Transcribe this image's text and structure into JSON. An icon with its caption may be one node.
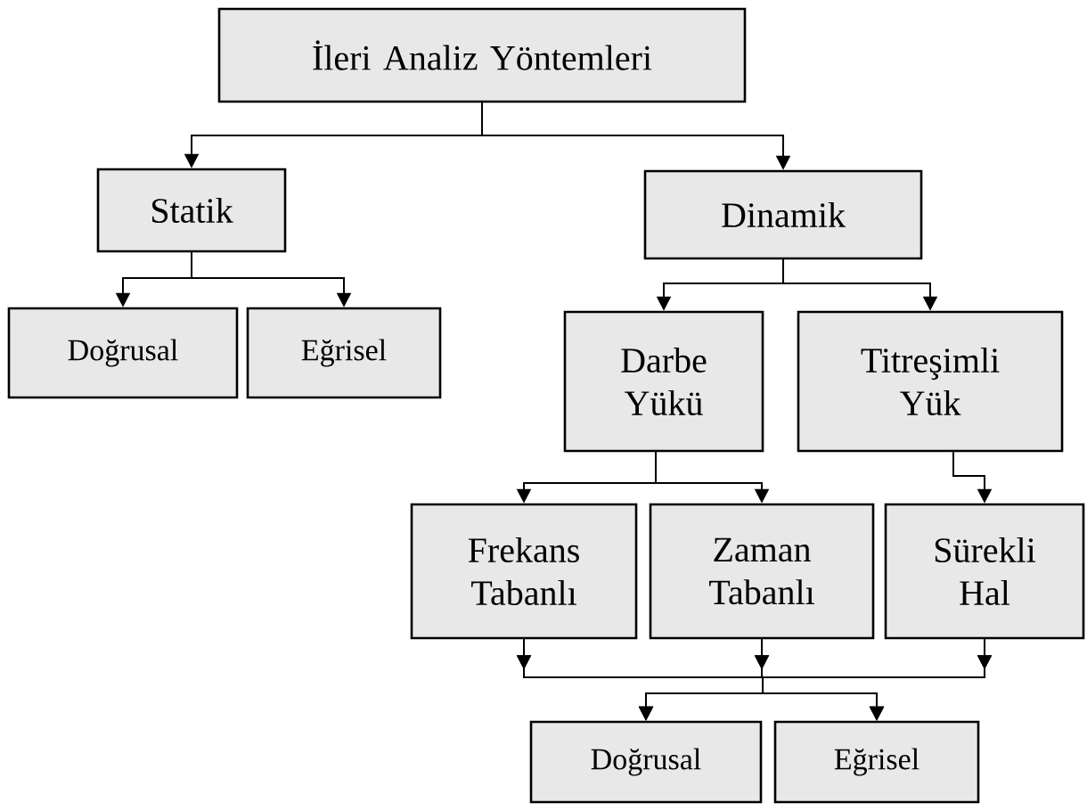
{
  "diagram": {
    "nodes": [
      {
        "text": [
          "İleri Analiz Yöntemleri"
        ]
      },
      {
        "text": [
          "Statik"
        ]
      },
      {
        "text": [
          "Dinamik"
        ]
      },
      {
        "text": [
          "Doğrusal"
        ]
      },
      {
        "text": [
          "Eğrisel"
        ]
      },
      {
        "text": [
          "Darbe Yükü"
        ]
      },
      {
        "text": [
          "Titreşimli Yük"
        ]
      },
      {
        "text": [
          "Frekans Tabanlı"
        ]
      },
      {
        "text": [
          "Zaman Tabanlı"
        ]
      },
      {
        "text": [
          "Sürekli Hal"
        ]
      },
      {
        "text": [
          "Doğrusal"
        ]
      },
      {
        "text": [
          "Eğrisel"
        ]
      }
    ],
    "edges": [
      {
        "from": 0,
        "to": 1,
        "arrow": "to"
      },
      {
        "from": 0,
        "to": 2,
        "arrow": "to"
      },
      {
        "from": 1,
        "to": 3,
        "arrow": "to"
      },
      {
        "from": 1,
        "to": 4,
        "arrow": "to"
      },
      {
        "from": 2,
        "to": 5,
        "arrow": "to"
      },
      {
        "from": 2,
        "to": 6,
        "arrow": "to"
      },
      {
        "from": 5,
        "to": 7,
        "arrow": "to"
      },
      {
        "from": 5,
        "to": 8,
        "arrow": "to"
      },
      {
        "from": 6,
        "to": 9,
        "arrow": "to"
      },
      {
        "from": 7,
        "to": 10,
        "arrow": "to"
      },
      {
        "from": 7,
        "to": 11,
        "arrow": "to"
      },
      {
        "from": 8,
        "to": 10,
        "arrow": "to"
      },
      {
        "from": 8,
        "to": 11,
        "arrow": "to"
      },
      {
        "from": 9,
        "to": 10,
        "arrow": "to"
      },
      {
        "from": 9,
        "to": 11,
        "arrow": "to"
      }
    ]
  }
}
